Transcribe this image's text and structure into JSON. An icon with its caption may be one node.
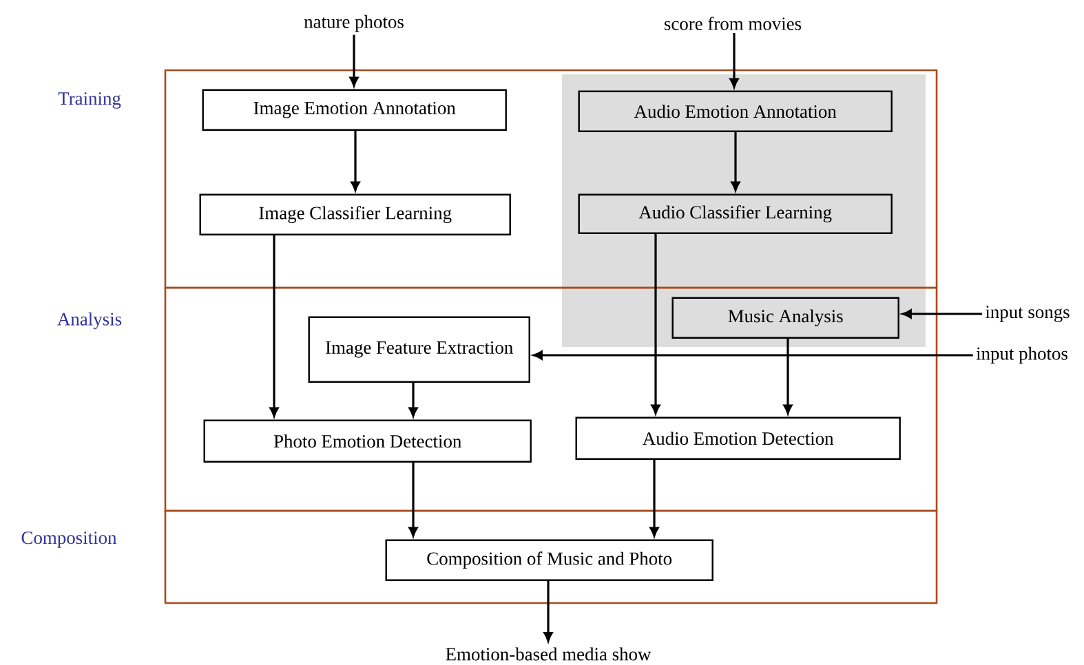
{
  "diagram": {
    "nodes": [
      {
        "text": [
          "Training"
        ]
      },
      {
        "text": [
          "Analysis"
        ]
      },
      {
        "text": [
          "Composition"
        ]
      },
      {
        "text": [
          "nature photos"
        ]
      },
      {
        "text": [
          "score from movies"
        ]
      },
      {
        "text": [
          "Image Emotion Annotation"
        ],
        "in": 0
      },
      {
        "text": [
          "Audio Emotion Annotation"
        ],
        "in": 0
      },
      {
        "text": [
          "Image Classifier Learning"
        ],
        "in": 0
      },
      {
        "text": [
          "Audio Classifier Learning"
        ],
        "in": 0
      },
      {
        "text": [
          "Image Feature Extraction"
        ],
        "in": 1
      },
      {
        "text": [
          "Music Analysis"
        ],
        "in": 1
      },
      {
        "text": [
          "input songs"
        ]
      },
      {
        "text": [
          "input photos"
        ]
      },
      {
        "text": [
          "Photo Emotion Detection"
        ],
        "in": 1
      },
      {
        "text": [
          "Audio Emotion Detection"
        ],
        "in": 1
      },
      {
        "text": [
          "Composition of Music and Photo"
        ],
        "in": 2
      },
      {
        "text": [
          "Emotion-based media show"
        ]
      }
    ],
    "edges": [
      {
        "from": 3,
        "to": 5,
        "arrow": "to"
      },
      {
        "from": 4,
        "to": 6,
        "arrow": "to"
      },
      {
        "from": 5,
        "to": 7,
        "arrow": "to"
      },
      {
        "from": 6,
        "to": 8,
        "arrow": "to"
      },
      {
        "from": 7,
        "to": 13,
        "arrow": "to"
      },
      {
        "from": 8,
        "to": 14,
        "arrow": "to"
      },
      {
        "from": 11,
        "to": 10,
        "arrow": "to"
      },
      {
        "from": 12,
        "to": 9,
        "arrow": "to"
      },
      {
        "from": 10,
        "to": 14,
        "arrow": "to"
      },
      {
        "from": 9,
        "to": 13,
        "arrow": "to"
      },
      {
        "from": 13,
        "to": 15,
        "arrow": "to"
      },
      {
        "from": 14,
        "to": 15,
        "arrow": "to"
      },
      {
        "from": 15,
        "to": 16,
        "arrow": "to"
      }
    ]
  }
}
